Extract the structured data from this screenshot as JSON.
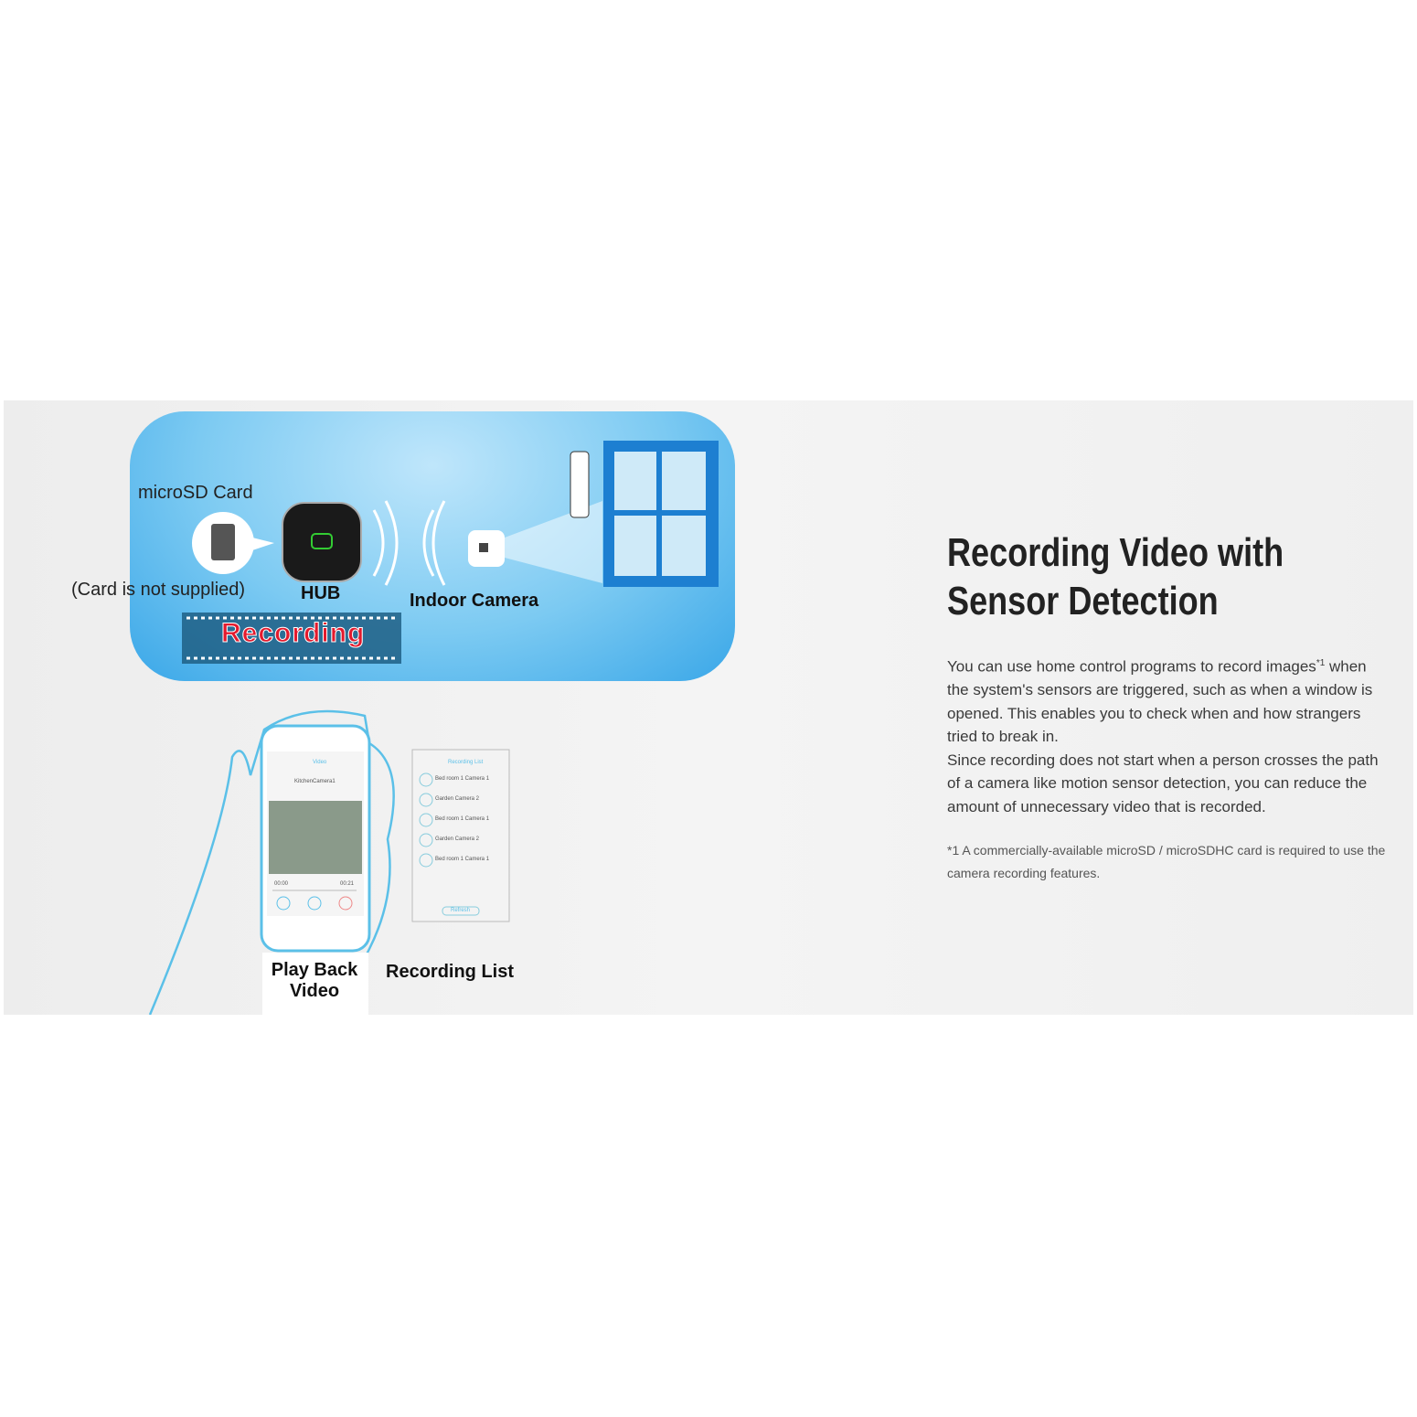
{
  "illustration": {
    "microsd_label": "microSD Card",
    "card_note": "(Card is not supplied)",
    "hub_label": "HUB",
    "camera_label": "Indoor Camera",
    "recording_label": "Recording",
    "playback_label_line1": "Play Back",
    "playback_label_line2": "Video",
    "recording_list_label": "Recording List",
    "phone_screen": {
      "title": "Video",
      "camera": "KitchenCamera1",
      "time_start": "00:00",
      "time_end": "00:21"
    },
    "list_screen": {
      "title": "Recording List",
      "items": [
        "Bed room 1 Camera 1",
        "Garden Camera 2",
        "Bed room 1 Camera 1",
        "Garden Camera 2",
        "Bed room 1 Camera 1"
      ],
      "button": "Refresh"
    }
  },
  "content": {
    "title_line1": "Recording Video with",
    "title_line2": "Sensor Detection",
    "para1": "You can use home control programs to record images",
    "para1_sup": "*1",
    "para1_rest": " when the system's sensors are triggered, such as when a window is opened. This enables you to check when and how strangers tried to break in.",
    "para2": "Since recording does not start when a person crosses the path of a camera like motion sensor detection, you can reduce the amount of unnecessary video that is recorded.",
    "footnote": "*1 A commercially-available microSD / microSDHC card is required to use the camera recording features."
  },
  "colors": {
    "accent_blue": "#3aa7e8",
    "recording_red": "#e31a2d",
    "panel_bg": "#f0f0f0"
  }
}
